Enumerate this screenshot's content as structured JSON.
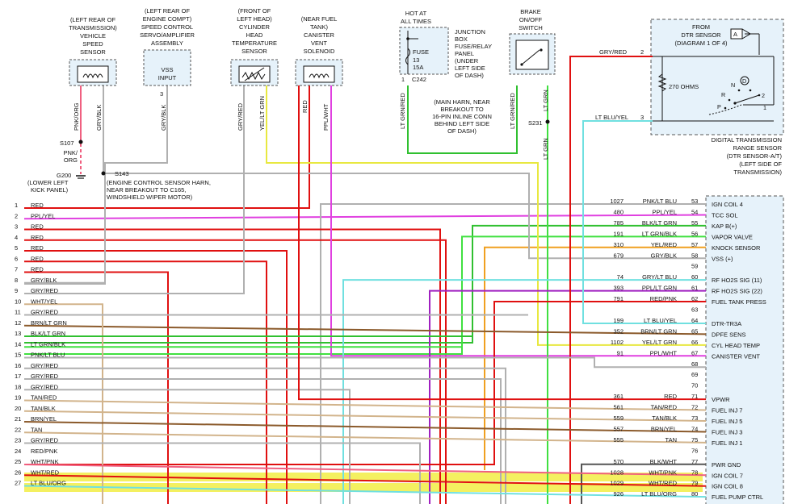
{
  "components": {
    "vss": {
      "lines": [
        "(LEFT REAR OF",
        "TRANSMISSION)",
        "VEHICLE",
        "SPEED",
        "SENSOR"
      ]
    },
    "speed_control": {
      "lines": [
        "(LEFT REAR OF",
        "ENGINE COMPT)",
        "SPEED CONTROL",
        "SERVO/AMPLIFIER",
        "ASSEMBLY"
      ],
      "box": [
        "VSS",
        "INPUT"
      ],
      "pin": "3"
    },
    "cht": {
      "lines": [
        "(FRONT OF",
        "LEFT HEAD)",
        "CYLINDER",
        "HEAD",
        "TEMPERATURE",
        "SENSOR"
      ]
    },
    "canister": {
      "lines": [
        "(NEAR FUEL",
        "TANK)",
        "CANISTER",
        "VENT",
        "SOLENOID"
      ]
    },
    "hot": {
      "lines": [
        "HOT AT",
        "ALL TIMES"
      ]
    },
    "fuse": {
      "lines": [
        "FUSE",
        "13",
        "15A"
      ]
    },
    "junction": {
      "lines": [
        "JUNCTION",
        "BOX",
        "FUSE/RELAY",
        "PANEL",
        "(UNDER",
        "LEFT SIDE",
        "OF DASH)"
      ]
    },
    "c242": "C242",
    "brake": {
      "lines": [
        "BRAKE",
        "ON/OFF",
        "SWITCH"
      ]
    },
    "from_dtr": {
      "lines": [
        "FROM",
        "DTR SENSOR",
        "(DIAGRAM 1 OF 4)"
      ]
    },
    "ohms": "270 OHMS",
    "dtr_letters": {
      "A": "A",
      "D": "D",
      "N": "N",
      "R": "R",
      "P": "P"
    },
    "dtr_pins": {
      "p2": "2",
      "p1": "1"
    },
    "dtr_caption": {
      "lines": [
        "DIGITAL TRANSMISSION",
        "RANGE SENSOR",
        "(DTR SENSOR-A/T)",
        "(LEFT SIDE OF",
        "TRANSMISSION)"
      ]
    },
    "main_harn": {
      "lines": [
        "(MAIN HARN, NEAR",
        "BREAKOUT TO",
        "16-PIN INLINE CONN",
        "BEHIND LEFT SIDE",
        "OF DASH)"
      ]
    },
    "s107": "S107",
    "s143": "S143",
    "s231": "S231",
    "g200": "G200",
    "g200_note": {
      "lines": [
        "(LOWER LEFT",
        "KICK PANEL)"
      ]
    },
    "s143_note": {
      "lines": [
        "(ENGINE CONTROL SENSOR HARN,",
        "NEAR BREAKOUT TO C165,",
        "WINDSHIELD WIPER MOTOR)"
      ]
    },
    "dtr_wires": {
      "top": "GRY/RED",
      "top_pin": "2",
      "bot": "LT BLU/YEL",
      "bot_pin": "3"
    }
  },
  "vertical_labels": {
    "pnk_org": "PNK/ORG",
    "gry_blk_vss": "GRY/BLK",
    "gry_blk_sc": "GRY/BLK",
    "gry_red": "GRY/RED",
    "yel_lt_grn": "YEL/LT GRN",
    "red": "RED",
    "ppl_wht": "PPL/WHT",
    "lt_grn_red_j": "LT GRN/RED",
    "lt_grn_red_b": "LT GRN/RED",
    "lt_grn_b": "LT GRN",
    "lt_grn_s": "LT GRN",
    "pnk_org_short": [
      "PNK/",
      "ORG"
    ]
  },
  "left_wires": [
    {
      "n": "1",
      "label": "RED"
    },
    {
      "n": "2",
      "label": "PPL/YEL"
    },
    {
      "n": "3",
      "label": "RED"
    },
    {
      "n": "4",
      "label": "RED"
    },
    {
      "n": "5",
      "label": "RED"
    },
    {
      "n": "6",
      "label": "RED"
    },
    {
      "n": "7",
      "label": "RED"
    },
    {
      "n": "8",
      "label": "GRY/BLK"
    },
    {
      "n": "9",
      "label": "GRY/RED"
    },
    {
      "n": "10",
      "label": "WHT/YEL"
    },
    {
      "n": "11",
      "label": "GRY/RED"
    },
    {
      "n": "12",
      "label": "BRN/LT GRN"
    },
    {
      "n": "13",
      "label": "BLK/LT GRN"
    },
    {
      "n": "14",
      "label": "LT GRN/BLK"
    },
    {
      "n": "15",
      "label": "PNK/LT BLU"
    },
    {
      "n": "16",
      "label": "GRY/RED"
    },
    {
      "n": "17",
      "label": "GRY/RED"
    },
    {
      "n": "18",
      "label": "GRY/RED"
    },
    {
      "n": "19",
      "label": "TAN/RED"
    },
    {
      "n": "20",
      "label": "TAN/BLK"
    },
    {
      "n": "21",
      "label": "BRN/YEL"
    },
    {
      "n": "22",
      "label": "TAN"
    },
    {
      "n": "23",
      "label": "GRY/RED"
    },
    {
      "n": "24",
      "label": "RED/PNK"
    },
    {
      "n": "25",
      "label": "WHT/PNK"
    },
    {
      "n": "26",
      "label": "WHT/RED"
    },
    {
      "n": "27",
      "label": "LT BLU/ORG"
    }
  ],
  "pcm_pins": [
    {
      "pin": "53",
      "circuit": "1027",
      "color": "PNK/LT BLU",
      "func": "IGN COIL 4"
    },
    {
      "pin": "54",
      "circuit": "480",
      "color": "PPL/YEL",
      "func": "TCC SOL"
    },
    {
      "pin": "55",
      "circuit": "785",
      "color": "BLK/LT GRN",
      "func": "KAP B(+)"
    },
    {
      "pin": "56",
      "circuit": "191",
      "color": "LT GRN/BLK",
      "func": "VAPOR VALVE"
    },
    {
      "pin": "57",
      "circuit": "310",
      "color": "YEL/RED",
      "func": "KNOCK SENSOR"
    },
    {
      "pin": "58",
      "circuit": "679",
      "color": "GRY/BLK",
      "func": "VSS (+)"
    },
    {
      "pin": "59",
      "circuit": "",
      "color": "",
      "func": ""
    },
    {
      "pin": "60",
      "circuit": "74",
      "color": "GRY/LT BLU",
      "func": "RF HO2S SIG (11)"
    },
    {
      "pin": "61",
      "circuit": "393",
      "color": "PPL/LT GRN",
      "func": "RF HO2S SIG (22)"
    },
    {
      "pin": "62",
      "circuit": "791",
      "color": "RED/PNK",
      "func": "FUEL TANK PRESS"
    },
    {
      "pin": "63",
      "circuit": "",
      "color": "",
      "func": ""
    },
    {
      "pin": "64",
      "circuit": "199",
      "color": "LT BLU/YEL",
      "func": "DTR-TR3A"
    },
    {
      "pin": "65",
      "circuit": "352",
      "color": "BRN/LT GRN",
      "func": "DPFE SENS"
    },
    {
      "pin": "66",
      "circuit": "1102",
      "color": "YEL/LT GRN",
      "func": "CYL HEAD TEMP"
    },
    {
      "pin": "67",
      "circuit": "91",
      "color": "PPL/WHT",
      "func": "CANISTER VENT"
    },
    {
      "pin": "68",
      "circuit": "",
      "color": "",
      "func": ""
    },
    {
      "pin": "69",
      "circuit": "",
      "color": "",
      "func": ""
    },
    {
      "pin": "70",
      "circuit": "",
      "color": "",
      "func": ""
    },
    {
      "pin": "71",
      "circuit": "361",
      "color": "RED",
      "func": "VPWR"
    },
    {
      "pin": "72",
      "circuit": "561",
      "color": "TAN/RED",
      "func": "FUEL INJ 7"
    },
    {
      "pin": "73",
      "circuit": "559",
      "color": "TAN/BLK",
      "func": "FUEL INJ 5"
    },
    {
      "pin": "74",
      "circuit": "557",
      "color": "BRN/YEL",
      "func": "FUEL INJ 3"
    },
    {
      "pin": "75",
      "circuit": "555",
      "color": "TAN",
      "func": "FUEL INJ 1"
    },
    {
      "pin": "76",
      "circuit": "",
      "color": "",
      "func": ""
    },
    {
      "pin": "77",
      "circuit": "570",
      "color": "BLK/WHT",
      "func": "PWR GND"
    },
    {
      "pin": "78",
      "circuit": "1028",
      "color": "WHT/PNK",
      "func": "IGN COIL 7"
    },
    {
      "pin": "79",
      "circuit": "1029",
      "color": "WHT/RED",
      "func": "IGN COIL 8"
    },
    {
      "pin": "80",
      "circuit": "926",
      "color": "LT BLU/ORG",
      "func": "FUEL PUMP CTRL"
    }
  ],
  "colors": {
    "red": "#e01010",
    "gray": "#b0b0b0",
    "pink": "#f06080",
    "magenta": "#e040e0",
    "purple": "#a020c0",
    "yellow": "#e8e840",
    "green": "#30c030",
    "ltgreen": "#40e040",
    "cyan": "#70e0e0",
    "brown": "#8b5a2b",
    "orange": "#f0a020",
    "tan": "#d2b48c",
    "highlight": "#f4f060",
    "panel": "#e6f2fa"
  }
}
